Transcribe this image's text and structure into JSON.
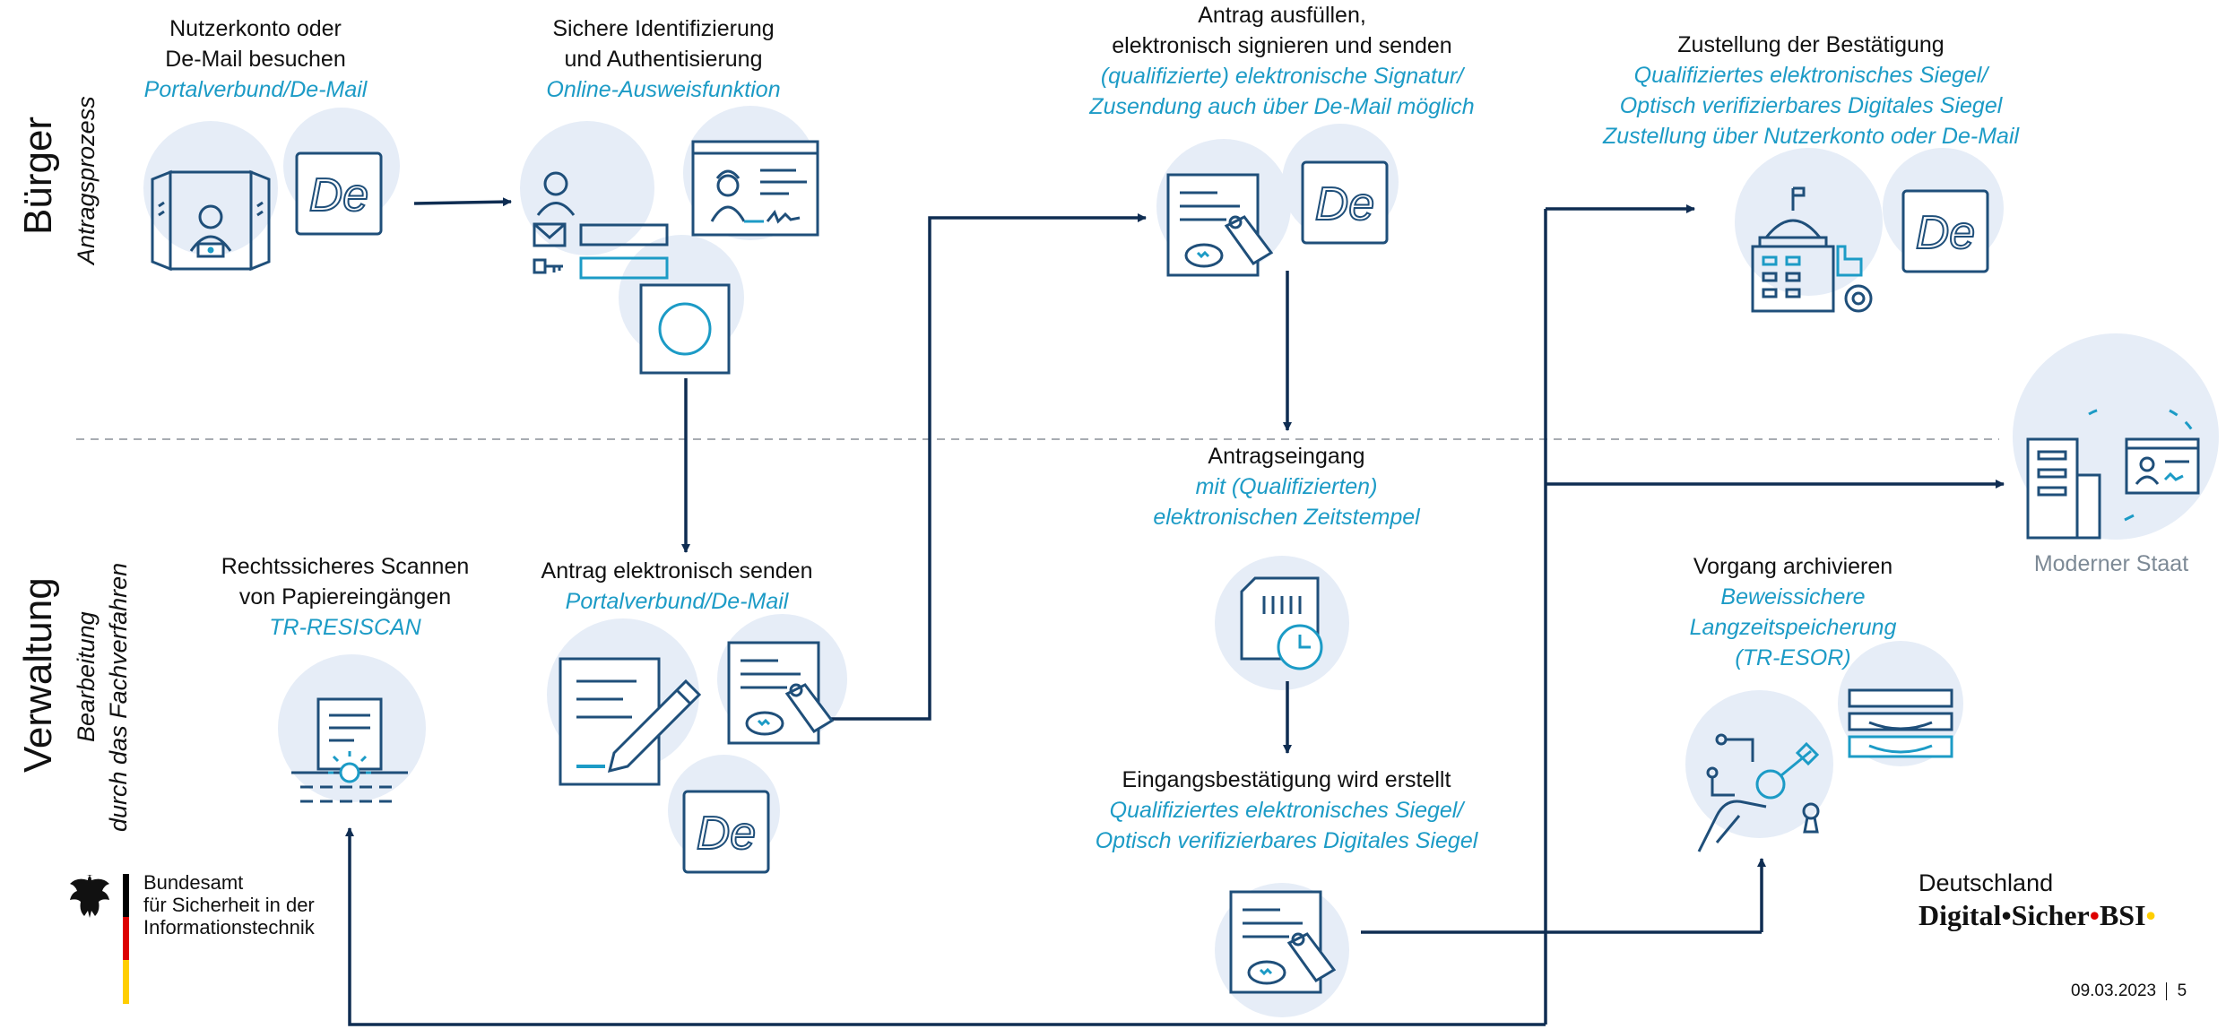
{
  "lanes": {
    "top": {
      "title": "Bürger",
      "subtitle": "Antragsprozess"
    },
    "bottom": {
      "title": "Verwaltung",
      "subtitle_line1": "Bearbeitung",
      "subtitle_line2": "durch das Fachverfahren"
    }
  },
  "steps": {
    "nutzerkonto": {
      "line1": "Nutzerkonto oder",
      "line2": "De-Mail besuchen",
      "sub1": "Portalverbund/De-Mail"
    },
    "identifizierung": {
      "line1": "Sichere Identifizierung",
      "line2": "und Authentisierung",
      "sub1": "Online-Ausweisfunktion"
    },
    "antrag_ausfuellen": {
      "line1": "Antrag ausfüllen,",
      "line2": "elektronisch signieren und senden",
      "sub1": "(qualifizierte) elektronische Signatur/",
      "sub2": "Zusendung auch über De-Mail möglich"
    },
    "zustellung": {
      "line1": "Zustellung der Bestätigung",
      "sub1": "Qualifiziertes elektronisches Siegel/",
      "sub2": "Optisch verifizierbares Digitales Siegel",
      "sub3": "Zustellung über Nutzerkonto oder De-Mail"
    },
    "antragseingang": {
      "line1": "Antragseingang",
      "sub1": "mit (Qualifizierten)",
      "sub2": "elektronischen Zeitstempel"
    },
    "scannen": {
      "line1": "Rechtssicheres Scannen",
      "line2": "von Papiereingängen",
      "sub1": "TR-RESISCAN"
    },
    "antrag_senden": {
      "line1": "Antrag elektronisch senden",
      "sub1": "Portalverbund/De-Mail"
    },
    "eingangsbestaetigung": {
      "line1": "Eingangsbestätigung wird erstellt",
      "sub1": "Qualifiziertes elektronisches Siegel/",
      "sub2": "Optisch verifizierbares Digitales Siegel"
    },
    "archivieren": {
      "line1": "Vorgang archivieren",
      "sub1": "Beweissichere",
      "sub2": "Langzeitspeicherung",
      "sub3": "(TR-ESOR)"
    },
    "moderner_staat": {
      "line1": "Moderner Staat"
    }
  },
  "demail_label": "De",
  "footer": {
    "bsi_line1": "Bundesamt",
    "bsi_line2": "für Sicherheit in der",
    "bsi_line3": "Informationstechnik",
    "brand_line1": "Deutschland",
    "brand_word1": "Digital",
    "brand_word2": "Sicher",
    "brand_word3": "BSI",
    "brand_sep": "•",
    "date": "09.03.2023",
    "page": "5"
  },
  "colors": {
    "navy": "#0f2d52",
    "icon": "#1f4f7a",
    "accent": "#1c9bc6",
    "circle": "#e6edf7",
    "gray": "#7d8a96",
    "flag_red": "#dd0000",
    "flag_gold": "#ffce00"
  }
}
